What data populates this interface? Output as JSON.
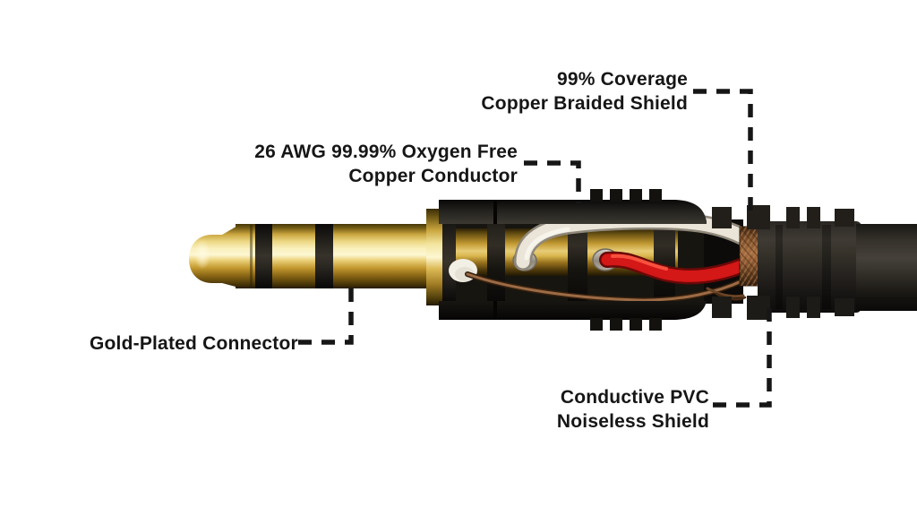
{
  "page": {
    "type": "technical-diagram",
    "subject": "audio-cable-plug-cutaway"
  },
  "annotations": {
    "conductor": {
      "lines": [
        "26 AWG 99.99% Oxygen Free",
        "Copper Conductor"
      ]
    },
    "braided_shield": {
      "lines": [
        "99% Coverage",
        "Copper Braided Shield"
      ]
    },
    "gold_connector": {
      "lines": [
        "Gold-Plated Connector"
      ]
    },
    "pvc_shield": {
      "lines": [
        "Conductive PVC",
        "Noiseless Shield"
      ]
    }
  },
  "colors": {
    "background": "#ffffff",
    "label_text": "#161616",
    "leader_line": "#161616",
    "gold": "#d9b64d",
    "gold_highlight": "#fdf7d2",
    "housing_black": "#1b1916",
    "wire_white": "#eae5d8",
    "wire_red": "#d41717",
    "copper_braid": "#a86f42",
    "copper_drain": "#9c6b45"
  }
}
